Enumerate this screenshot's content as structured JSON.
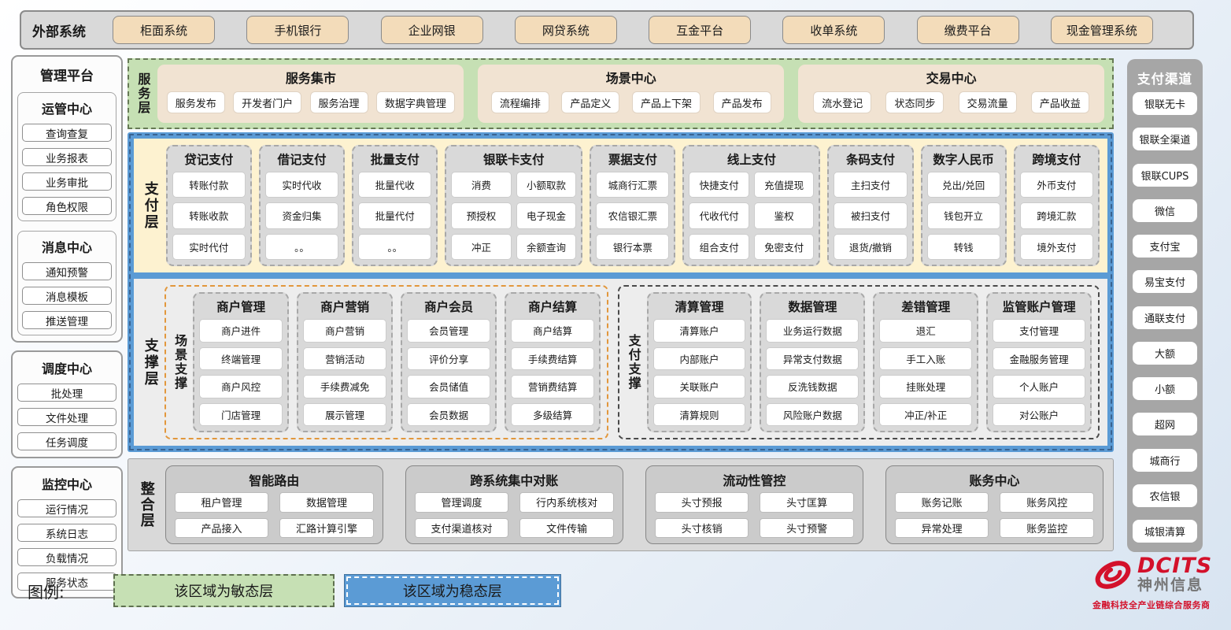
{
  "external_systems": {
    "label": "外部系统",
    "items": [
      "柜面系统",
      "手机银行",
      "企业网银",
      "网贷系统",
      "互金平台",
      "收单系统",
      "缴费平台",
      "现金管理系统"
    ]
  },
  "management_platform": {
    "title": "管理平台",
    "top_groups": [
      {
        "title": "运管中心",
        "items": [
          "查询查复",
          "业务报表",
          "业务审批",
          "角色权限"
        ]
      },
      {
        "title": "消息中心",
        "items": [
          "通知预警",
          "消息模板",
          "推送管理"
        ]
      }
    ],
    "bottom_groups": [
      {
        "title": "调度中心",
        "items": [
          "批处理",
          "文件处理",
          "任务调度"
        ]
      },
      {
        "title": "监控中心",
        "items": [
          "运行情况",
          "系统日志",
          "负载情况",
          "服务状态"
        ]
      }
    ]
  },
  "service_layer": {
    "label": "服务层",
    "groups": [
      {
        "title": "服务集市",
        "items": [
          "服务发布",
          "开发者门户",
          "服务治理",
          "数据字典管理"
        ]
      },
      {
        "title": "场景中心",
        "items": [
          "流程编排",
          "产品定义",
          "产品上下架",
          "产品发布"
        ]
      },
      {
        "title": "交易中心",
        "items": [
          "流水登记",
          "状态同步",
          "交易流量",
          "产品收益"
        ]
      }
    ]
  },
  "payment_layer": {
    "label": "支付层",
    "columns": [
      {
        "title": "贷记支付",
        "cls": "",
        "items": [
          "转账付款",
          "转账收款",
          "实时代付"
        ]
      },
      {
        "title": "借记支付",
        "cls": "",
        "items": [
          "实时代收",
          "资金归集",
          "。。"
        ]
      },
      {
        "title": "批量支付",
        "cls": "",
        "items": [
          "批量代收",
          "批量代付",
          "。。"
        ]
      },
      {
        "title": "银联卡支付",
        "cls": "wide",
        "items": [
          "消费",
          "小额取款",
          "预授权",
          "电子现金",
          "冲正",
          "余额查询"
        ]
      },
      {
        "title": "票据支付",
        "cls": "",
        "items": [
          "城商行汇票",
          "农信银汇票",
          "银行本票"
        ]
      },
      {
        "title": "线上支付",
        "cls": "wide",
        "items": [
          "快捷支付",
          "充值提现",
          "代收代付",
          "鉴权",
          "组合支付",
          "免密支付"
        ]
      },
      {
        "title": "条码支付",
        "cls": "",
        "items": [
          "主扫支付",
          "被扫支付",
          "退货/撤销"
        ]
      },
      {
        "title": "数字人民币",
        "cls": "",
        "items": [
          "兑出/兑回",
          "钱包开立",
          "转钱"
        ]
      },
      {
        "title": "跨境支付",
        "cls": "",
        "items": [
          "外币支付",
          "跨境汇款",
          "境外支付"
        ]
      }
    ]
  },
  "support_layer": {
    "label": "支撑层",
    "sections": [
      {
        "label": "场景支撑",
        "style": "scene",
        "columns": [
          {
            "title": "商户管理",
            "cls": "",
            "items": [
              "商户进件",
              "终端管理",
              "商户风控",
              "门店管理"
            ]
          },
          {
            "title": "商户营销",
            "cls": "",
            "items": [
              "商户营销",
              "营销活动",
              "手续费减免",
              "展示管理"
            ]
          },
          {
            "title": "商户会员",
            "cls": "",
            "items": [
              "会员管理",
              "评价分享",
              "会员储值",
              "会员数据"
            ]
          },
          {
            "title": "商户结算",
            "cls": "",
            "items": [
              "商户结算",
              "手续费结算",
              "营销费结算",
              "多级结算"
            ]
          }
        ]
      },
      {
        "label": "支付支撑",
        "style": "pay",
        "columns": [
          {
            "title": "清算管理",
            "cls": "",
            "items": [
              "清算账户",
              "内部账户",
              "关联账户",
              "清算规则"
            ]
          },
          {
            "title": "数据管理",
            "cls": "",
            "items": [
              "业务运行数据",
              "异常支付数据",
              "反洗钱数据",
              "风险账户数据"
            ]
          },
          {
            "title": "差错管理",
            "cls": "",
            "items": [
              "退汇",
              "手工入账",
              "挂账处理",
              "冲正/补正"
            ]
          },
          {
            "title": "监管账户管理",
            "cls": "",
            "items": [
              "支付管理",
              "金融服务管理",
              "个人账户",
              "对公账户"
            ]
          }
        ]
      }
    ]
  },
  "integration_layer": {
    "label": "整合层",
    "groups": [
      {
        "title": "智能路由",
        "items": [
          "租户管理",
          "数据管理",
          "产品接入",
          "汇路计算引擎"
        ]
      },
      {
        "title": "跨系统集中对账",
        "items": [
          "管理调度",
          "行内系统核对",
          "支付渠道核对",
          "文件传输"
        ]
      },
      {
        "title": "流动性管控",
        "items": [
          "头寸预报",
          "头寸匡算",
          "头寸核销",
          "头寸预警"
        ]
      },
      {
        "title": "账务中心",
        "items": [
          "账务记账",
          "账务风控",
          "异常处理",
          "账务监控"
        ]
      }
    ]
  },
  "payment_channels": {
    "title": "支付渠道",
    "items": [
      "银联无卡",
      "银联全渠道",
      "银联CUPS",
      "微信",
      "支付宝",
      "易宝支付",
      "通联支付",
      "大额",
      "小额",
      "超网",
      "城商行",
      "农信银",
      "城银清算"
    ]
  },
  "legend": {
    "label": "图例:",
    "agile": "该区域为敏态层",
    "stable": "该区域为稳态层"
  },
  "logo": {
    "brand": "DCITS",
    "company": "神州信息",
    "tagline": "金融科技全产业链综合服务商"
  },
  "colors": {
    "agile_green": "#c6e0b4",
    "stable_blue": "#5b9bd5",
    "payment_cream": "#fdf2d0",
    "panel_tan": "#f1e3d2",
    "box_gray": "#d9d9d9",
    "channel_gray": "#a6a6a6",
    "scene_orange": "#e2973c",
    "brand_red": "#d3112b"
  }
}
